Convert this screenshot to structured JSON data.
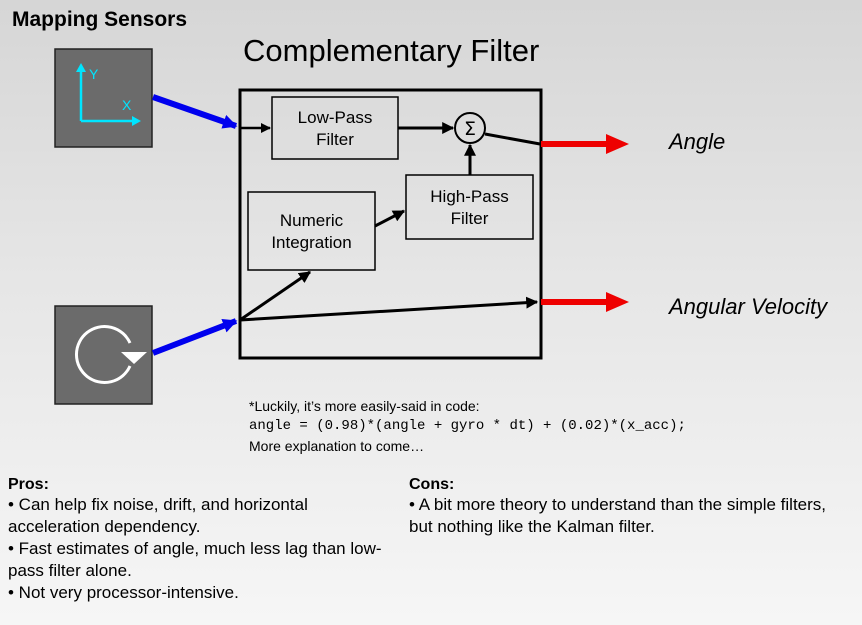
{
  "header": {
    "section_title": "Mapping Sensors",
    "main_title": "Complementary Filter"
  },
  "icons": {
    "accelerometer": {
      "name": "axes-icon",
      "y_label": "Y",
      "x_label": "X"
    },
    "gyroscope": {
      "name": "rotation-icon"
    }
  },
  "diagram": {
    "low_pass": [
      "Low-Pass",
      "Filter"
    ],
    "high_pass": [
      "High-Pass",
      "Filter"
    ],
    "integration": [
      "Numeric",
      "Integration"
    ],
    "sum_symbol": "Σ",
    "output_angle": "Angle",
    "output_velocity": "Angular Velocity"
  },
  "colors": {
    "input_arrow": "#0000ee",
    "output_arrow": "#ee0000",
    "icon_bg": "#6b6b6b"
  },
  "note": {
    "intro": "*Luckily, it’s more easily-said in code:",
    "code": "angle = (0.98)*(angle + gyro * dt) + (0.02)*(x_acc);",
    "outro": "More explanation to come…"
  },
  "pros": {
    "heading": "Pros:",
    "items": [
      "• Can help fix noise, drift, and horizontal acceleration dependency.",
      "• Fast estimates of angle, much less lag than low-pass filter alone.",
      "• Not very processor-intensive."
    ]
  },
  "cons": {
    "heading": "Cons:",
    "items": [
      "• A bit more theory to understand than the simple filters, but nothing like the Kalman filter."
    ]
  }
}
